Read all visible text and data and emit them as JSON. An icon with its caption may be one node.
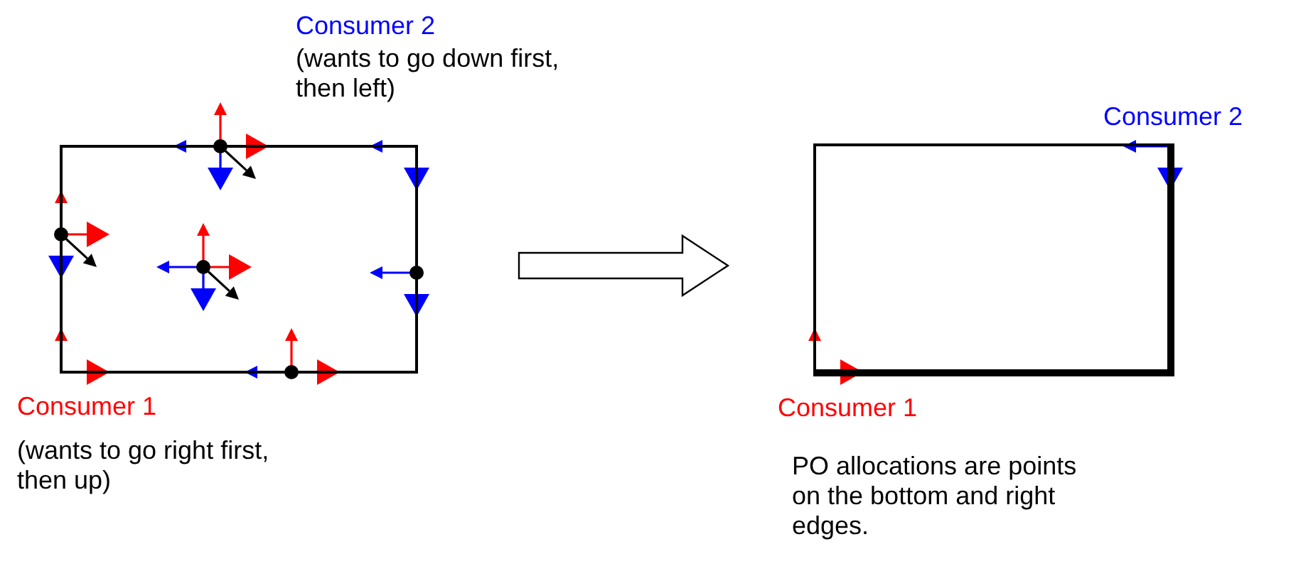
{
  "diagram": {
    "nodes": [
      {
        "text": [],
        "shape": "box"
      },
      {
        "text": [],
        "shape": "box"
      }
    ],
    "edges": [
      {
        "from": 0,
        "to": 1,
        "arrow": "to"
      }
    ],
    "labels": [
      "Consumer 2",
      "(wants to go down first, then left)",
      "Consumer 2",
      "Consumer 1",
      "(wants to go right first, then up)",
      "Consumer 1",
      "PO allocations are points on the bottom and right edges."
    ]
  }
}
